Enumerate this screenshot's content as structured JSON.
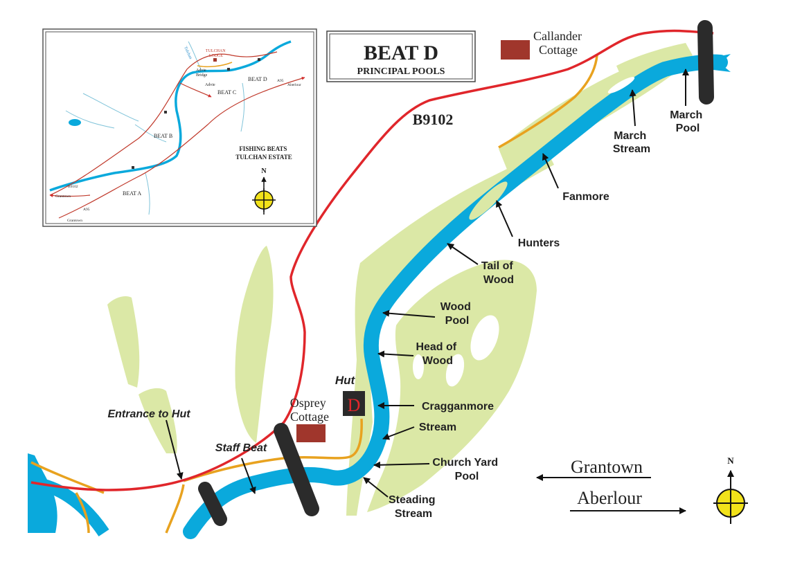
{
  "title": {
    "main": "BEAT D",
    "sub": "PRINCIPAL POOLS"
  },
  "road": {
    "label": "B9102"
  },
  "buildings": {
    "callander": "Callander Cottage",
    "callander_lines": [
      "Callander",
      "Cottage"
    ],
    "osprey_lines": [
      "Osprey",
      "Cottage"
    ]
  },
  "hut": {
    "label": "Hut",
    "letter": "D"
  },
  "labels": {
    "entrance": "Entrance to Hut",
    "staff_beat": "Staff Beat"
  },
  "pools": [
    {
      "name": "March Pool",
      "lines": [
        "March",
        "Pool"
      ]
    },
    {
      "name": "March Stream",
      "lines": [
        "March",
        "Stream"
      ]
    },
    {
      "name": "Fanmore",
      "lines": [
        "Fanmore"
      ]
    },
    {
      "name": "Hunters",
      "lines": [
        "Hunters"
      ]
    },
    {
      "name": "Tail of Wood",
      "lines": [
        "Tail of",
        "Wood"
      ]
    },
    {
      "name": "Wood Pool",
      "lines": [
        "Wood",
        "Pool"
      ]
    },
    {
      "name": "Head of Wood",
      "lines": [
        "Head of",
        "Wood"
      ]
    },
    {
      "name": "Cragganmore",
      "lines": [
        "Cragganmore"
      ]
    },
    {
      "name": "Stream",
      "lines": [
        "Stream"
      ]
    },
    {
      "name": "Church Yard Pool",
      "lines": [
        "Church Yard",
        "Pool"
      ]
    },
    {
      "name": "Steading Stream",
      "lines": [
        "Steading",
        "Stream"
      ]
    }
  ],
  "directions": {
    "west": "Grantown",
    "east": "Aberlour"
  },
  "compass": {
    "north": "N"
  },
  "inset": {
    "title_lines": [
      "FISHING BEATS",
      "TULCHAN ESTATE"
    ],
    "lodge_lines": [
      "TULCHAN",
      "LODGE"
    ],
    "tributary": "Tulchan",
    "beats": [
      "BEAT A",
      "BEAT B",
      "BEAT C",
      "BEAT D"
    ],
    "places": {
      "advie_bridge_lines": [
        "Advie",
        "Bridge"
      ],
      "advie": "Advie",
      "a95_east": "A95",
      "aberlour": "Aberlour",
      "b9102": "B9102",
      "grantown_top": "Grantown",
      "a95_west": "A95",
      "grantown_bottom": "Grantown"
    }
  },
  "colors": {
    "river": "#0aa9dc",
    "woodland": "#dbe8a6",
    "road": "#e0262b",
    "track": "#e8a21f",
    "building": "#a0362c",
    "hut_box": "#2a2a2a",
    "hut_letter": "#e0262b",
    "compass_fill": "#f2e21a",
    "pointer": "#111111"
  }
}
